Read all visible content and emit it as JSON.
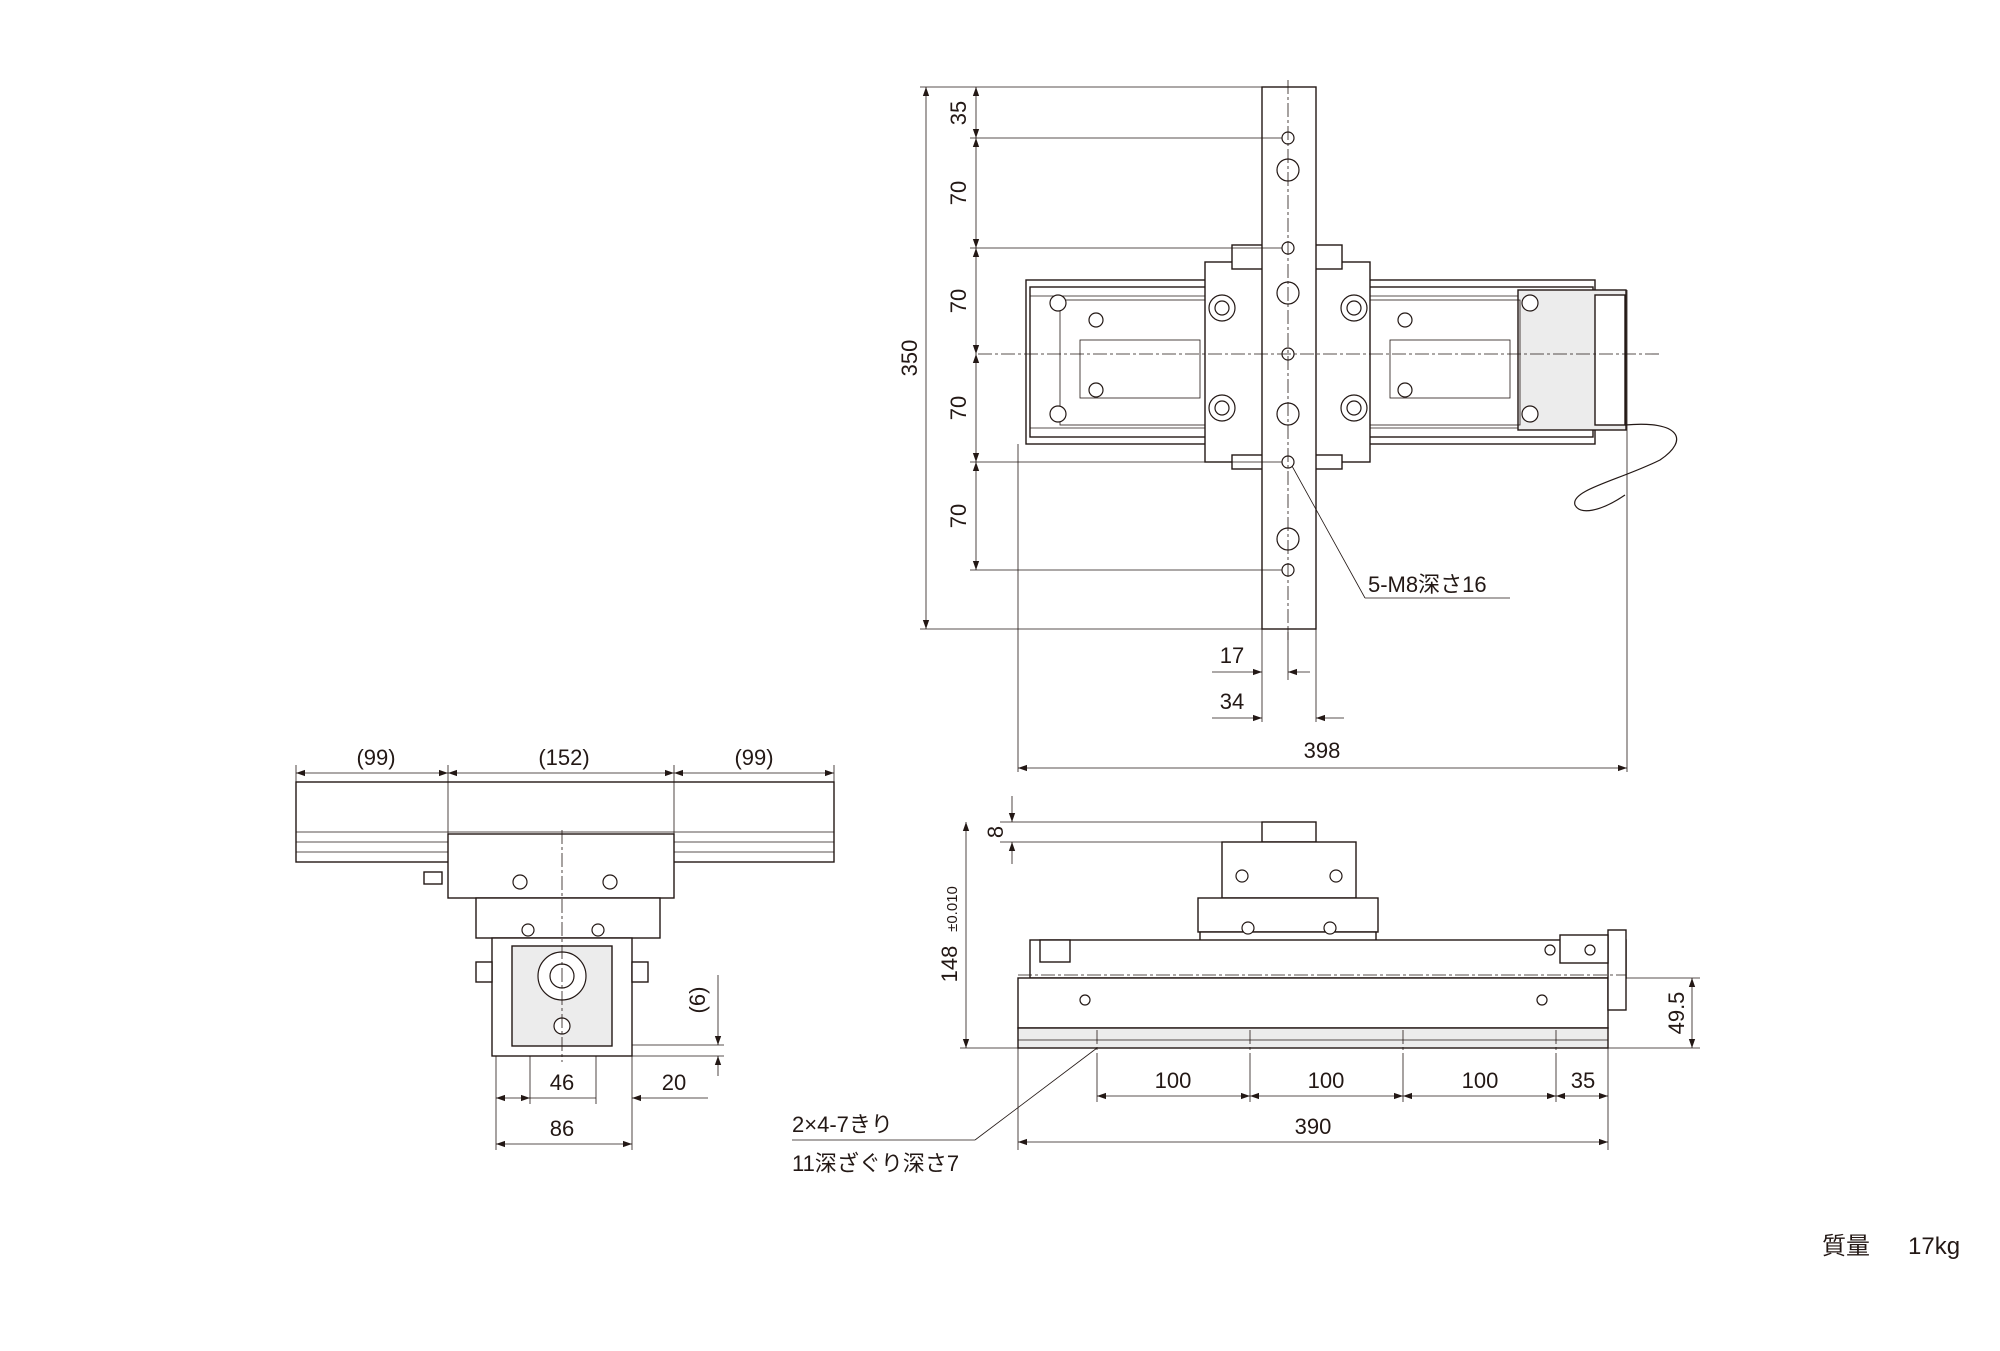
{
  "colors": {
    "ink": "#231815",
    "part_fill": "#ececec",
    "background": "#ffffff"
  },
  "top_view": {
    "dims": {
      "total_350": "350",
      "pitch_35": "35",
      "pitch_70a": "70",
      "pitch_70b": "70",
      "pitch_70c": "70",
      "pitch_70d": "70",
      "width_17": "17",
      "width_34": "34",
      "length_398": "398"
    },
    "callout": "5-M8深さ16"
  },
  "side_view": {
    "dims": {
      "left_99": "(99)",
      "center_152": "(152)",
      "right_99": "(99)",
      "height_6": "(6)",
      "width_46": "46",
      "width_20": "20",
      "width_86": "86"
    }
  },
  "front_view": {
    "dims": {
      "top_8": "8",
      "height_148": "148",
      "tolerance": "±0.010",
      "height_49_5": "49.5",
      "pitch_100a": "100",
      "pitch_100b": "100",
      "pitch_100c": "100",
      "end_35": "35",
      "length_390": "390"
    },
    "callout_line1": "2×4-7きり",
    "callout_line2": "11深ざぐり深さ7"
  },
  "mass": {
    "label": "質量",
    "value": "17kg"
  }
}
